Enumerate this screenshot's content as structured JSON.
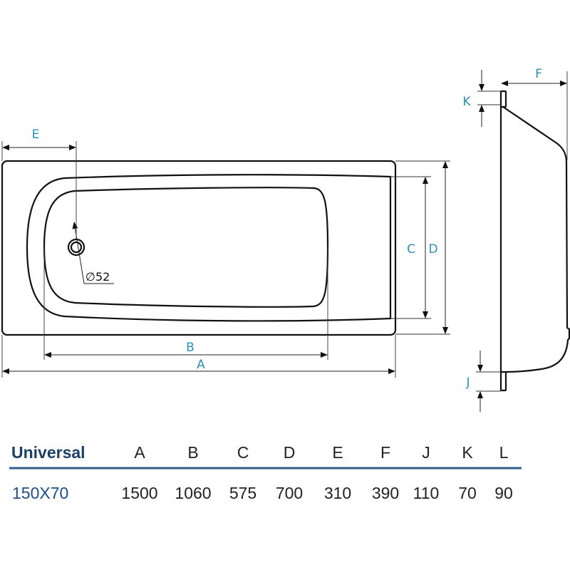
{
  "diagram": {
    "dimension_labels": {
      "A": "A",
      "B": "B",
      "C": "C",
      "D": "D",
      "E": "E",
      "F": "F",
      "J": "J",
      "K": "K"
    },
    "drain_label": "∅52",
    "colors": {
      "label": "#2a8fb8",
      "heading": "#1d3f66",
      "rule": "#2f5f8f"
    }
  },
  "table": {
    "model": "Universal",
    "columns": [
      "A",
      "B",
      "C",
      "D",
      "E",
      "F",
      "J",
      "K",
      "L"
    ],
    "rows": [
      {
        "size": "150X70",
        "values": [
          "1500",
          "1060",
          "575",
          "700",
          "310",
          "390",
          "110",
          "70",
          "90"
        ]
      }
    ]
  }
}
